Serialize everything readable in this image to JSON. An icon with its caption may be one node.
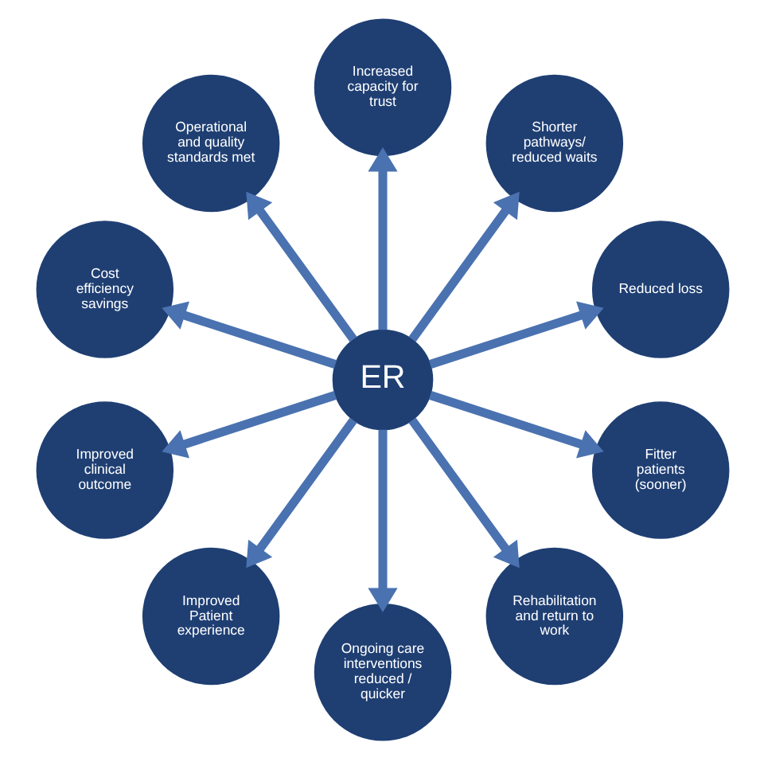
{
  "diagram": {
    "nodes": [
      {
        "text": [
          "ER"
        ]
      },
      {
        "text": [
          "Reduced loss"
        ]
      },
      {
        "text": [
          "Shorter pathways/ reduced waits"
        ]
      },
      {
        "text": [
          "Increased capacity for trust"
        ]
      },
      {
        "text": [
          "Operational and quality standards met"
        ]
      },
      {
        "text": [
          "Cost efficiency savings"
        ]
      },
      {
        "text": [
          "Improved clinical outcome"
        ]
      },
      {
        "text": [
          "Improved Patient experience"
        ]
      },
      {
        "text": [
          "Ongoing care interventions reduced / quicker"
        ]
      },
      {
        "text": [
          "Rehabilitation and return to work"
        ]
      },
      {
        "text": [
          "Fitter patients (sooner)"
        ]
      }
    ],
    "edges": [
      {
        "from": 0,
        "to": 1,
        "arrow": "to"
      },
      {
        "from": 0,
        "to": 2,
        "arrow": "to"
      },
      {
        "from": 0,
        "to": 3,
        "arrow": "to"
      },
      {
        "from": 0,
        "to": 4,
        "arrow": "to"
      },
      {
        "from": 0,
        "to": 5,
        "arrow": "to"
      },
      {
        "from": 0,
        "to": 6,
        "arrow": "to"
      },
      {
        "from": 0,
        "to": 7,
        "arrow": "to"
      },
      {
        "from": 0,
        "to": 8,
        "arrow": "to"
      },
      {
        "from": 0,
        "to": 9,
        "arrow": "to"
      },
      {
        "from": 0,
        "to": 10,
        "arrow": "to"
      }
    ]
  }
}
